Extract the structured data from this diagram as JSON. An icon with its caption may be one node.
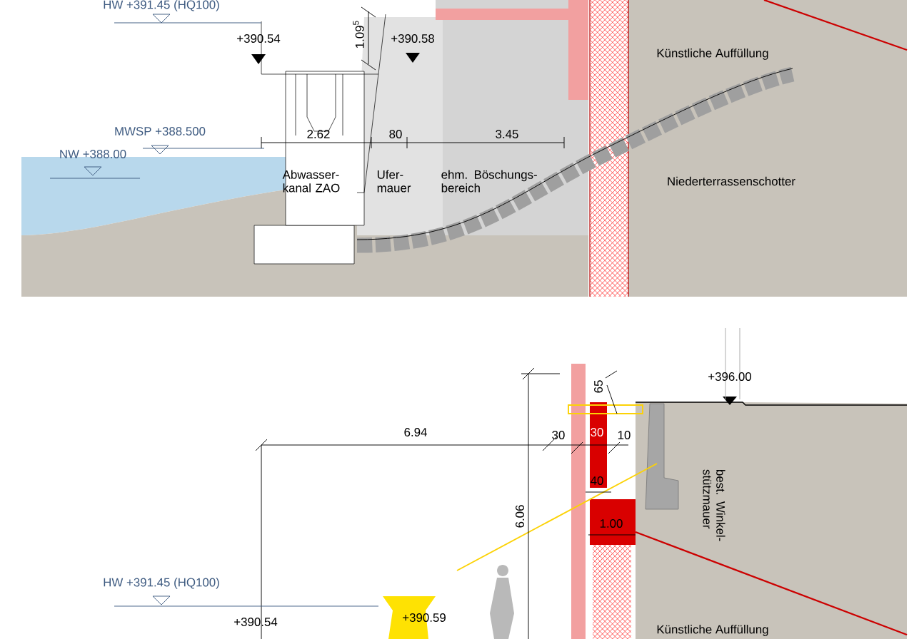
{
  "diagram": {
    "labels": [
      "HW +391.45 (HQ100)",
      "+390.54",
      "1.09$^{5}$",
      "+390.58",
      "Künstliche Auffüllung",
      "MWSP +388.500",
      "NW +388.00",
      "2.62",
      "80",
      "3.45",
      "Abwasser-kanal ZAO",
      "Ufer-mauer",
      "ehm. Böschungs-bereich",
      "Niederterrassenschotter",
      "6.94",
      "+396.00",
      "65",
      "30",
      "30",
      "10",
      "40",
      "1.00",
      "6.06",
      "best. Winkel-stützmauer",
      "HW +391.45 (HQ100)",
      "+390.54",
      "+390.59",
      "Künstliche Auffüllung"
    ]
  }
}
